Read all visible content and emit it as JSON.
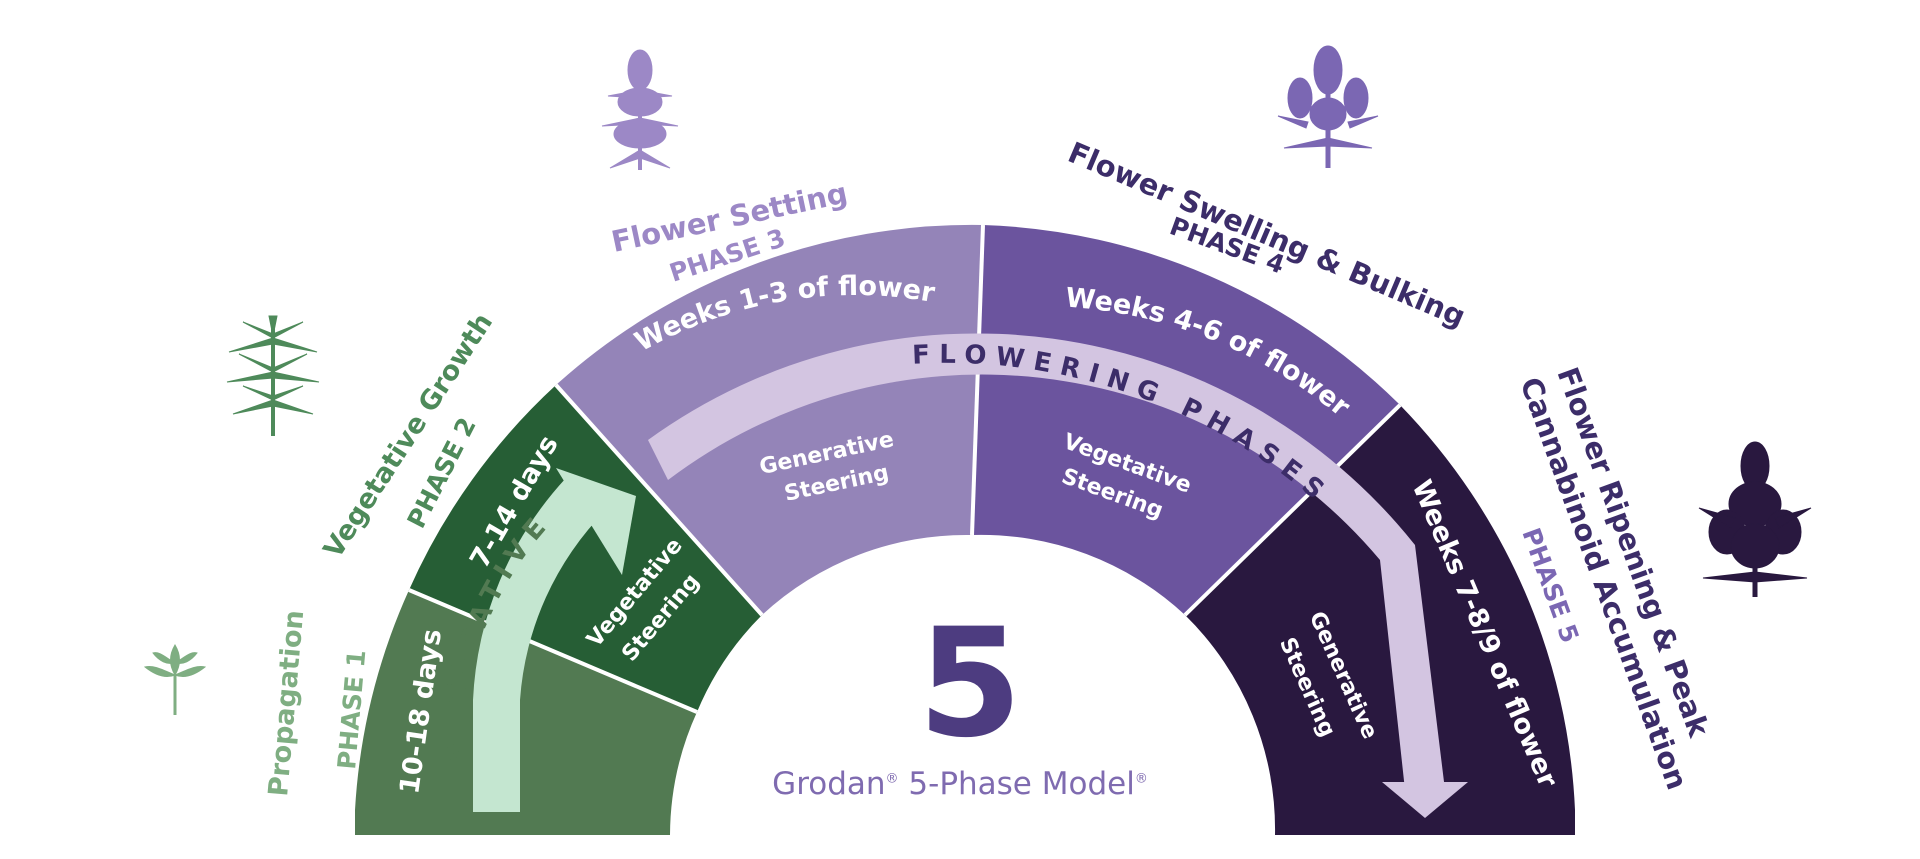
{
  "center": {
    "number": "5",
    "brand": "Grodan",
    "model": "5-Phase Model",
    "reg_mark": "®"
  },
  "bands": {
    "vegetative": "VEGETATIVE",
    "flowering": "FLOWERING PHASES"
  },
  "phases": [
    {
      "id": 1,
      "phase_label": "PHASE 1",
      "stage_name": "Propagation",
      "duration": "10-18 days",
      "steering": ""
    },
    {
      "id": 2,
      "phase_label": "PHASE 2",
      "stage_name": "Vegetative Growth",
      "duration": "7-14 days",
      "steering_line1": "Vegetative",
      "steering_line2": "Steering"
    },
    {
      "id": 3,
      "phase_label": "PHASE 3",
      "stage_name": "Flower Setting",
      "duration": "Weeks 1-3 of flower",
      "steering_line1": "Generative",
      "steering_line2": "Steering"
    },
    {
      "id": 4,
      "phase_label": "PHASE 4",
      "stage_name": "Flower Swelling & Bulking",
      "duration": "Weeks 4-6 of flower",
      "steering_line1": "Vegetative",
      "steering_line2": "Steering"
    },
    {
      "id": 5,
      "phase_label": "PHASE 5",
      "stage_name_line1": "Flower Ripening & Peak",
      "stage_name_line2": "Cannabinoid Accumulation",
      "duration": "Weeks 7-8/9 of flower",
      "steering_line1": "Generative",
      "steering_line2": "Steering"
    }
  ],
  "colors": {
    "phase1": "#527a52",
    "phase2": "#265e35",
    "phase3": "#9484b8",
    "phase4": "#6b549e",
    "phase5": "#29183f",
    "veg_arrow": "#c4e6d0",
    "flower_arrow": "#d3c5e1",
    "text_green_light": "#7fae82",
    "text_green_mid": "#4e8a5a",
    "text_purple_light": "#9c88c6",
    "text_purple_mid": "#7b67b3",
    "text_purple_dark": "#3c2d69",
    "number": "#4d3c80"
  }
}
